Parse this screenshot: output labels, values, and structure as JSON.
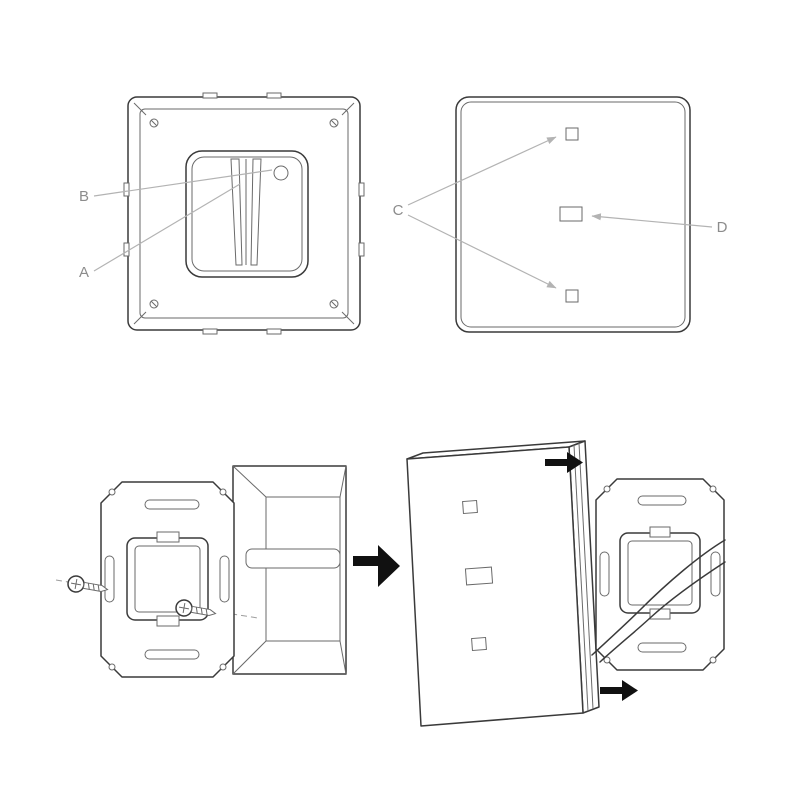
{
  "diagram": {
    "labels": {
      "a": "A",
      "b": "B",
      "c": "C",
      "d": "D"
    }
  },
  "colors": {
    "line": "#3a3a3a",
    "leader": "#b3b3b3",
    "label": "#8c8c8c",
    "arrow": "#111111",
    "background": "#ffffff"
  }
}
